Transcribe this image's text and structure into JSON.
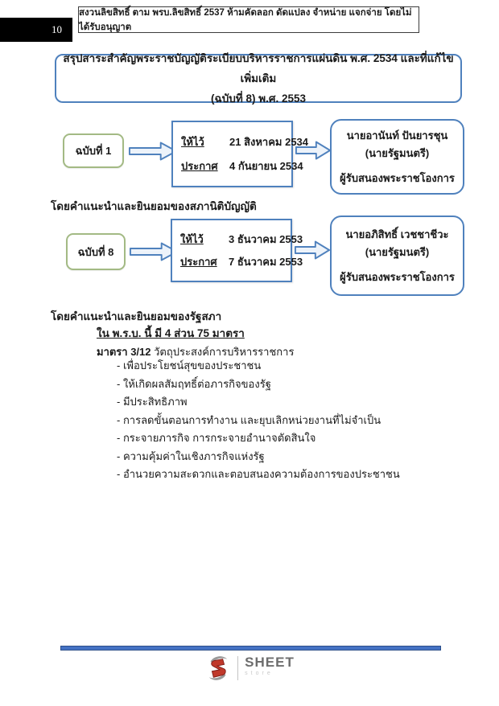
{
  "page": {
    "number": "10",
    "copyright_notice": "สงวนลิขสิทธิ์ ตาม พรบ.ลิขสิทธิ์ 2537 ห้ามคัดลอก ดัดแปลง จำหน่าย แจกจ่าย โดยไม่ได้รับอนุญาต"
  },
  "title": {
    "line1": "สรุปสาระสำคัญพระราชบัญญัติระเบียบบริหารราชการแผ่นดิน พ.ศ. 2534 และที่แก้ไขเพิ่มเติม",
    "line2": "(ฉบับที่ 8) พ.ศ. 2553"
  },
  "flow": {
    "rows": [
      {
        "edition": "ฉบับที่ 1",
        "given_label": "ให้ไว้",
        "given_date": "21 สิงหาคม 2534",
        "announced_label": "ประกาศ",
        "announced_date": "4 กันยายน 2534",
        "signer_name": "นายอานันท์ ปันยารชุน",
        "signer_title": "(นายรัฐมนตรี)",
        "signer_role": "ผู้รับสนองพระราชโองการ",
        "note": "โดยคำแนะนำและยินยอมของสภานิติบัญญัติ"
      },
      {
        "edition": "ฉบับที่ 8",
        "given_label": "ให้ไว้",
        "given_date": "3 ธันวาคม 2553",
        "announced_label": "ประกาศ",
        "announced_date": "7 ธันวาคม 2553",
        "signer_name": "นายอภิสิทธิ์  เวชชาชีวะ",
        "signer_title": "(นายรัฐมนตรี)",
        "signer_role": "ผู้รับสนองพระราชโองการ",
        "note": "โดยคำแนะนำและยินยอมของรัฐสภา"
      }
    ]
  },
  "body": {
    "summary_heading": "ใน พ.ร.บ. นี้ มี 4 ส่วน 75 มาตรา",
    "section_label": "มาตรา 3/12",
    "section_title": " วัตถุประสงค์การบริหารราชการ",
    "bullets": [
      "- เพื่อประโยชน์สุขของประชาชน",
      "- ให้เกิดผลสัมฤทธิ์ต่อภารกิจของรัฐ",
      "- มีประสิทธิภาพ",
      "- การลดขั้นตอนการทำงาน และยุบเลิกหน่วยงานที่ไม่จำเป็น",
      "- กระจายภารกิจ การกระจายอำนาจตัดสินใจ",
      "- ความคุ้มค่าในเชิงภารกิจแห่งรัฐ",
      "- อำนวยความสะดวกและตอบสนองความต้องการของประชาชน"
    ]
  },
  "footer": {
    "brand": "SHEET",
    "brand_sub": "store"
  },
  "colors": {
    "accent_blue": "#4F81BD",
    "accent_green": "#A3BA84",
    "bar_blue": "#4472C4",
    "brand_red": "#C0392B"
  }
}
